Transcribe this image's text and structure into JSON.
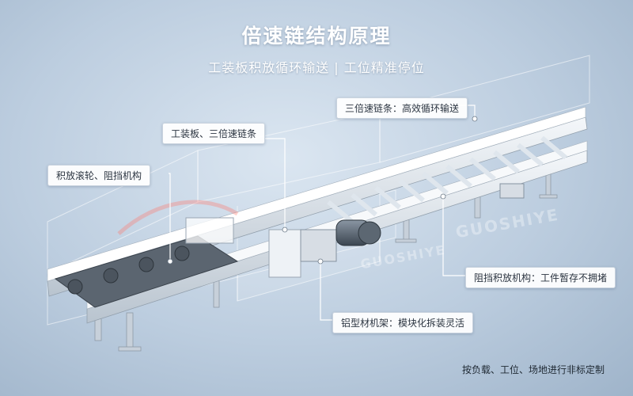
{
  "title": "倍速链结构原理",
  "subtitle": "工装板积放循环输送 | 工位精准停位",
  "callouts": {
    "drive_chain": "三倍速链条：高效循环输送",
    "pallet": "工装板、三倍速链条",
    "accumulation_rollers": "积放滚轮、阻挡机构",
    "stopper": "阻挡积放机构：工件暂存不拥堵",
    "frame": "铝型材机架：模块化拆装灵活"
  },
  "footer_note": "按负载、工位、场地进行非标定制",
  "watermark": "GUOSHIYE"
}
